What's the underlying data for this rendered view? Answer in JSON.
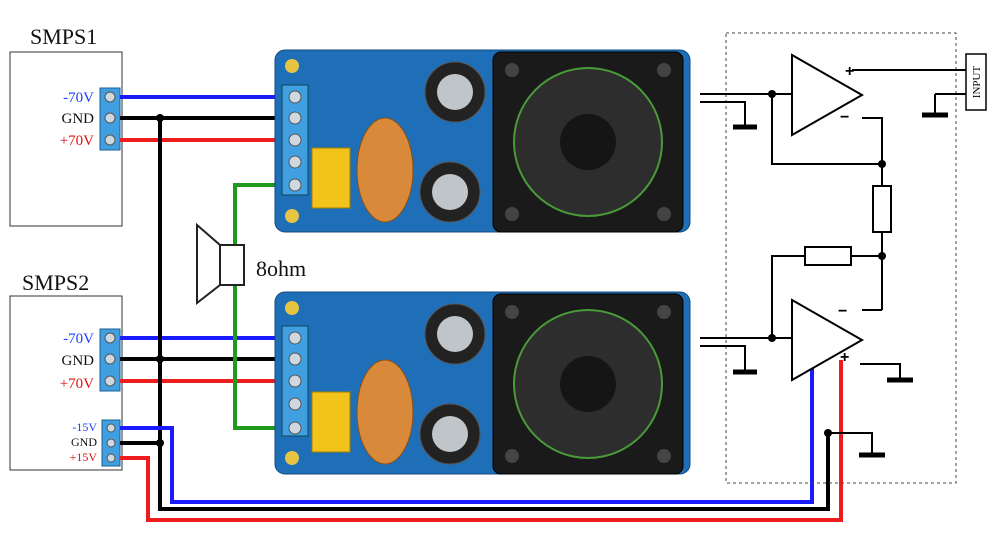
{
  "supplies": {
    "smps1": {
      "title": "SMPS1",
      "neg": "-70V",
      "gnd": "GND",
      "pos": "+70V"
    },
    "smps2": {
      "title": "SMPS2",
      "neg": "-70V",
      "gnd": "GND",
      "pos": "+70V",
      "aux_neg": "-15V",
      "aux_gnd": "GND",
      "aux_pos": "+15V"
    }
  },
  "speaker": {
    "label": "8ohm"
  },
  "input_connector": {
    "label": "INPUT"
  },
  "colors": {
    "negative_wire": "#1a1aff",
    "ground_wire": "#000000",
    "positive_wire": "#ee1c1c",
    "speaker_wire": "#1f9a1f",
    "pcb": "#1e6fb8",
    "terminal": "#3f9fe0",
    "neg_text": "#1a3cff",
    "pos_text": "#e01010"
  },
  "amplifier_modules": [
    {
      "name": "upper-amp-module"
    },
    {
      "name": "lower-amp-module"
    }
  ]
}
